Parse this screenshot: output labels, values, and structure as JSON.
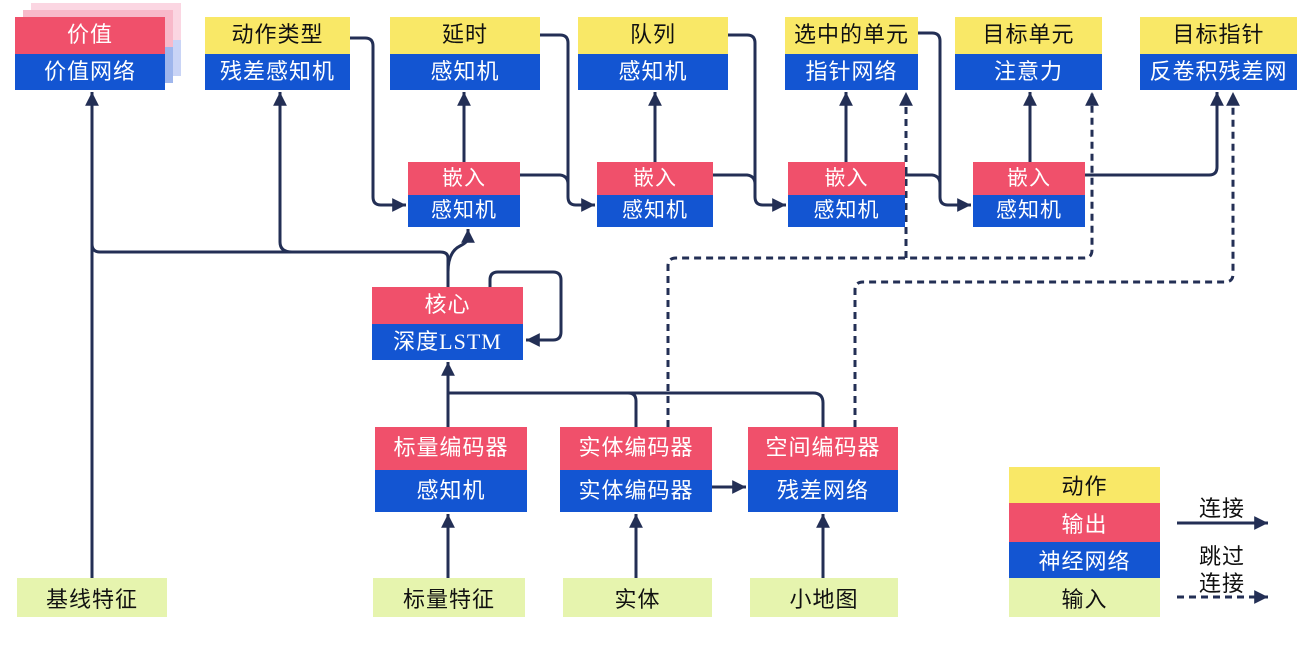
{
  "diagram": {
    "nodes": {
      "value": {
        "top": "价值",
        "bottom": "价值网络"
      },
      "action_type": {
        "top": "动作类型",
        "bottom": "残差感知机"
      },
      "delay": {
        "top": "延时",
        "bottom": "感知机"
      },
      "queue": {
        "top": "队列",
        "bottom": "感知机"
      },
      "selected_units": {
        "top": "选中的单元",
        "bottom": "指针网络"
      },
      "target_unit": {
        "top": "目标单元",
        "bottom": "注意力"
      },
      "target_pointer": {
        "top": "目标指针",
        "bottom": "反卷积残差网"
      },
      "embed_1": {
        "top": "嵌入",
        "bottom": "感知机"
      },
      "embed_2": {
        "top": "嵌入",
        "bottom": "感知机"
      },
      "embed_3": {
        "top": "嵌入",
        "bottom": "感知机"
      },
      "embed_4": {
        "top": "嵌入",
        "bottom": "感知机"
      },
      "core": {
        "top": "核心",
        "bottom": "深度LSTM"
      },
      "scalar_encoder": {
        "top": "标量编码器",
        "bottom": "感知机"
      },
      "entity_encoder": {
        "top": "实体编码器",
        "bottom": "实体编码器"
      },
      "spatial_encoder": {
        "top": "空间编码器",
        "bottom": "残差网络"
      },
      "baseline_features": {
        "label": "基线特征"
      },
      "scalar_features": {
        "label": "标量特征"
      },
      "entities": {
        "label": "实体"
      },
      "minimap": {
        "label": "小地图"
      }
    },
    "legend": {
      "action": "动作",
      "output": "输出",
      "network": "神经网络",
      "input": "输入",
      "connection": "连接",
      "skip_line1": "跳过",
      "skip_line2": "连接"
    },
    "colors": {
      "action": "#f9e867",
      "output": "#f0506b",
      "network": "#1355d2",
      "input": "#e6f4ae",
      "line": "#232f55"
    }
  }
}
